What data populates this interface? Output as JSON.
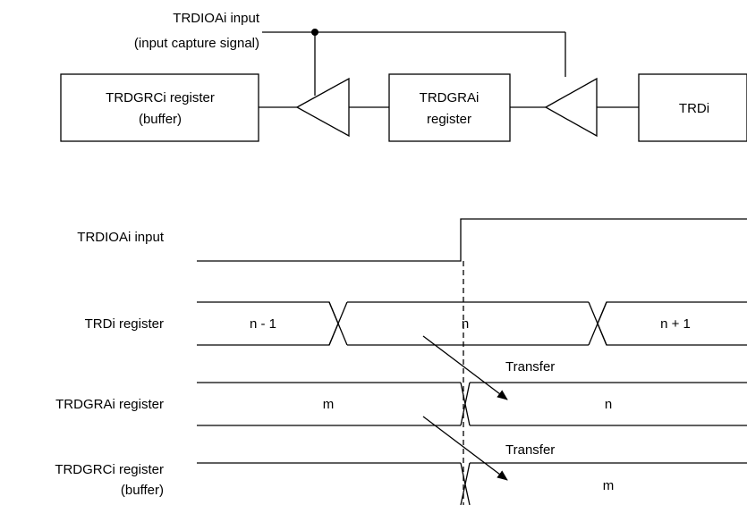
{
  "block_diagram": {
    "input_label_line1": "TRDIOAi input",
    "input_label_line2": "(input capture signal)",
    "box_buffer_line1": "TRDGRCi register",
    "box_buffer_line2": "(buffer)",
    "box_register_line1": "TRDGRAi",
    "box_register_line2": "register",
    "box_counter": "TRDi"
  },
  "timing_diagram": {
    "signal_input_label": "TRDIOAi input",
    "trdi_label": "TRDi register",
    "trdi_values": [
      "n - 1",
      "n",
      "n + 1"
    ],
    "trdgra_label": "TRDGRAi register",
    "trdgra_values": [
      "m",
      "n"
    ],
    "trdgrc_label_line1": "TRDGRCi register",
    "trdgrc_label_line2": "(buffer)",
    "trdgrc_value": "m",
    "transfer_label_1": "Transfer",
    "transfer_label_2": "Transfer"
  }
}
